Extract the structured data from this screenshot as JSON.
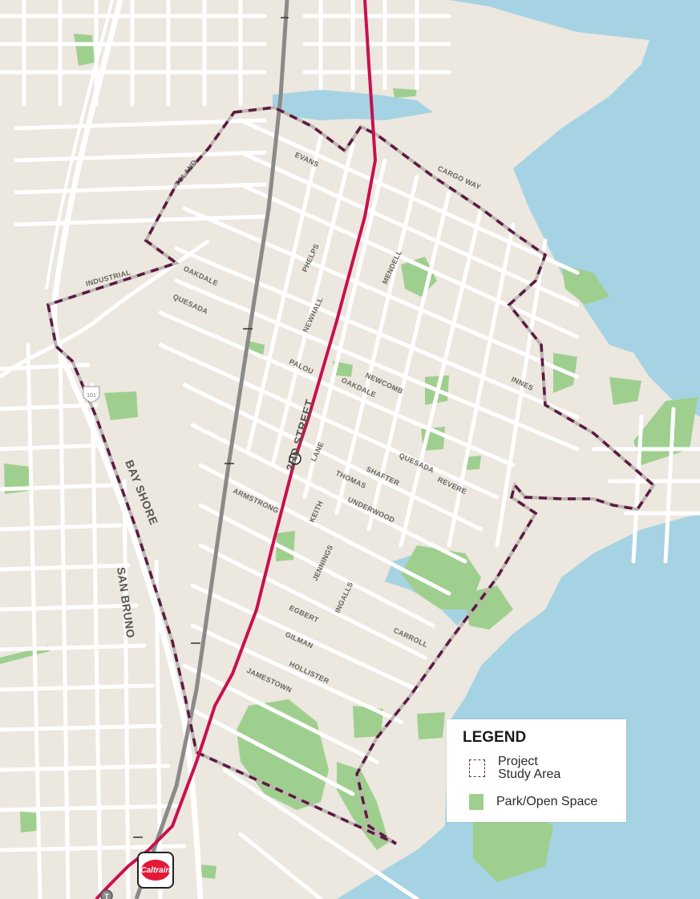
{
  "legend": {
    "title": "LEGEND",
    "items": [
      {
        "label": "Project Study Area",
        "line1": "Project",
        "line2": "Study Area",
        "icon": "dashed-boundary-icon",
        "color": "#6b1f4e"
      },
      {
        "label": "Park/Open Space",
        "icon": "park-swatch-icon",
        "color": "#9fcf8f"
      }
    ]
  },
  "map": {
    "colors": {
      "land": "#ece7df",
      "water": "#a6d3e3",
      "park": "#9fcf8f",
      "street": "#ffffff",
      "rail": "#8a8a8a",
      "light_rail": "#c8104f",
      "boundary": "#5b1a44"
    },
    "street_labels": {
      "evans": "EVANS",
      "cargo_way": "CARGO WAY",
      "toland": "TOLAND",
      "industrial": "INDUSTRIAL",
      "oakdale_w": "OAKDALE",
      "quesada_w": "QUESADA",
      "phelps": "PHELPS",
      "mendell": "MENDELL",
      "newhall": "NEWHALL",
      "palou": "PALOU",
      "oakdale_e": "OAKDALE",
      "newcomb": "NEWCOMB",
      "innes": "INNES",
      "third_street": "3RD STREET",
      "lane": "LANE",
      "thomas": "THOMAS",
      "shafter": "SHAFTER",
      "quesada_e": "QUESADA",
      "revere": "REVERE",
      "armstrong": "ARMSTRONG",
      "keith": "KEITH",
      "underwood": "UNDERWOOD",
      "jennings": "JENNINGS",
      "ingalls": "INGALLS",
      "egbert": "EGBERT",
      "carroll": "CARROLL",
      "gilman": "GILMAN",
      "hollister": "HOLLISTER",
      "jamestown": "JAMESTOWN",
      "bay_shore": "BAY SHORE",
      "san_bruno": "SAN BRUNO"
    },
    "markers": {
      "muni_stop": "T",
      "highway_shield": "101",
      "caltrain_logo": "Caltrain"
    }
  }
}
